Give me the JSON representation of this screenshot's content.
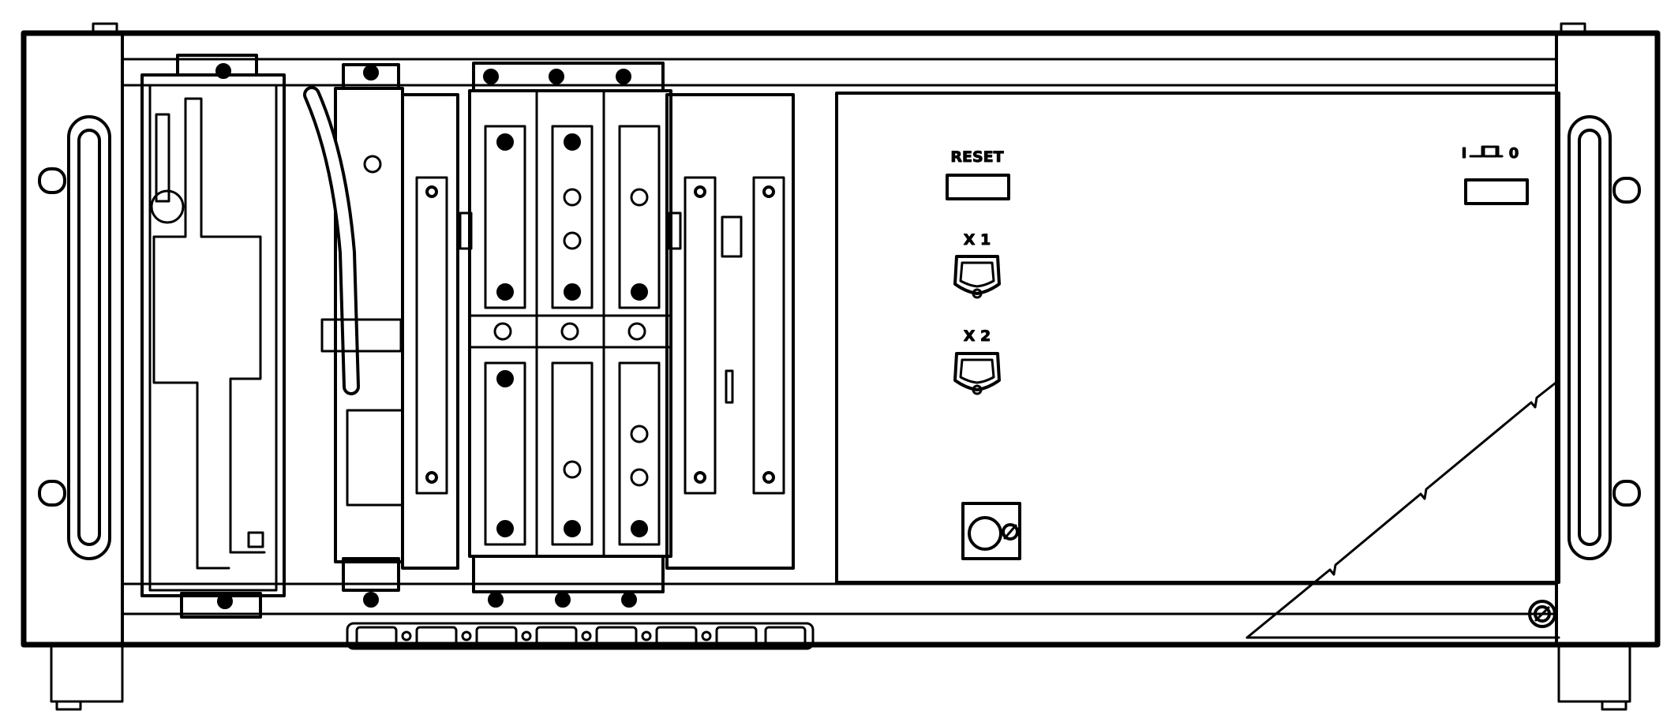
{
  "panel_labels": {
    "reset": "RESET",
    "x1": "X 1",
    "x2": "X 2",
    "power_on": "I",
    "power_off": "0"
  },
  "colors": {
    "ink": "#000000",
    "paper": "#ffffff"
  }
}
